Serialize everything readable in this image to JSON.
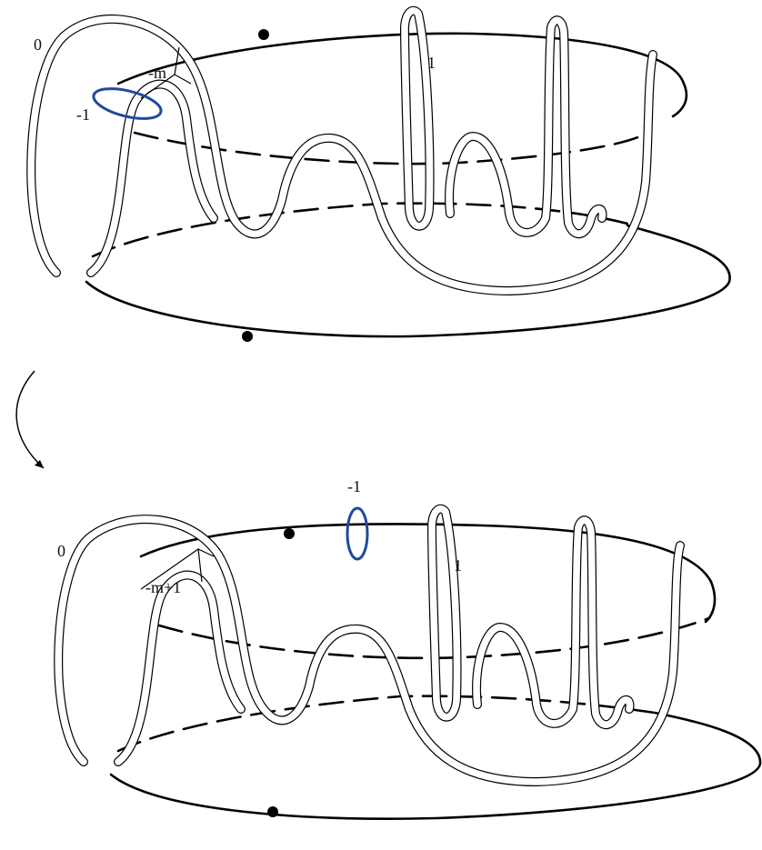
{
  "diagram": {
    "top": {
      "framing_0": "0",
      "framing_m": "-m",
      "framing_neg1": "-1",
      "framing_1": "1"
    },
    "bottom": {
      "framing_0": "0",
      "framing_m1": "-m+1",
      "framing_neg1": "-1",
      "framing_1": "1"
    },
    "colors": {
      "unknot": "#1f4a9c",
      "line": "#000000"
    }
  }
}
